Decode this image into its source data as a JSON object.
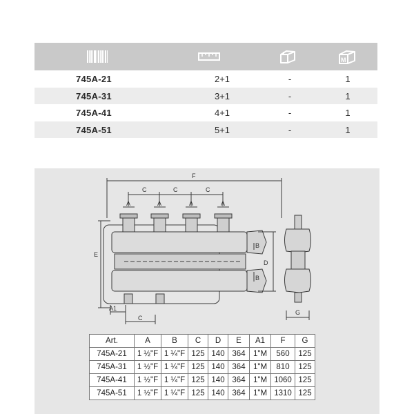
{
  "top_table": {
    "header_icons": [
      "barcode-icon",
      "ruler-icon",
      "box-icon",
      "m-box-icon"
    ],
    "rows": [
      {
        "code": "745A-21",
        "ways": "2+1",
        "box": "-",
        "m": "1"
      },
      {
        "code": "745A-31",
        "ways": "3+1",
        "box": "-",
        "m": "1"
      },
      {
        "code": "745A-41",
        "ways": "4+1",
        "box": "-",
        "m": "1"
      },
      {
        "code": "745A-51",
        "ways": "5+1",
        "box": "-",
        "m": "1"
      }
    ],
    "m_icon_letter": "M"
  },
  "drawing": {
    "labels": {
      "F": "F",
      "C1": "C",
      "C2": "C",
      "C3": "C",
      "A1": "A",
      "A2": "A",
      "A3": "A",
      "A4": "A",
      "E": "E",
      "B1": "B",
      "B2": "B",
      "D": "D",
      "G": "G",
      "A1_dim": "A1",
      "C_bottom": "C"
    }
  },
  "dim_table": {
    "headers": [
      "Art.",
      "A",
      "B",
      "C",
      "D",
      "E",
      "A1",
      "F",
      "G"
    ],
    "rows": [
      [
        "745A-21",
        "1 ½\"F",
        "1 ¼\"F",
        "125",
        "140",
        "364",
        "1\"M",
        "560",
        "125"
      ],
      [
        "745A-31",
        "1 ½\"F",
        "1 ¼\"F",
        "125",
        "140",
        "364",
        "1\"M",
        "810",
        "125"
      ],
      [
        "745A-41",
        "1 ½\"F",
        "1 ¼\"F",
        "125",
        "140",
        "364",
        "1\"M",
        "1060",
        "125"
      ],
      [
        "745A-51",
        "1 ½\"F",
        "1 ¼\"F",
        "125",
        "140",
        "364",
        "1\"M",
        "1310",
        "125"
      ]
    ]
  },
  "colors": {
    "header_bg": "#c9c9c9",
    "row_alt": "#ececec",
    "panel_bg": "#e6e6e6",
    "icon": "#ffffff"
  }
}
